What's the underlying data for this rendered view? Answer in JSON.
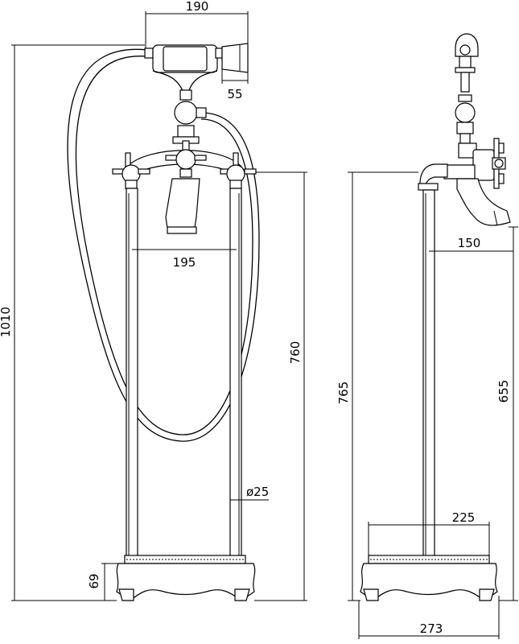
{
  "dimensions": {
    "handshower_width": "190",
    "handshower_cup": "55",
    "total_height": "1010",
    "handle_spacing": "195",
    "spout_height_front": "760",
    "pipe_diameter": "ø25",
    "base_height": "69",
    "spout_height_side": "765",
    "spout_reach": "150",
    "spout_outlet_height": "655",
    "leg_spacing": "225",
    "base_width": "273"
  },
  "colors": {
    "line": "#000000",
    "background": "#ffffff"
  }
}
